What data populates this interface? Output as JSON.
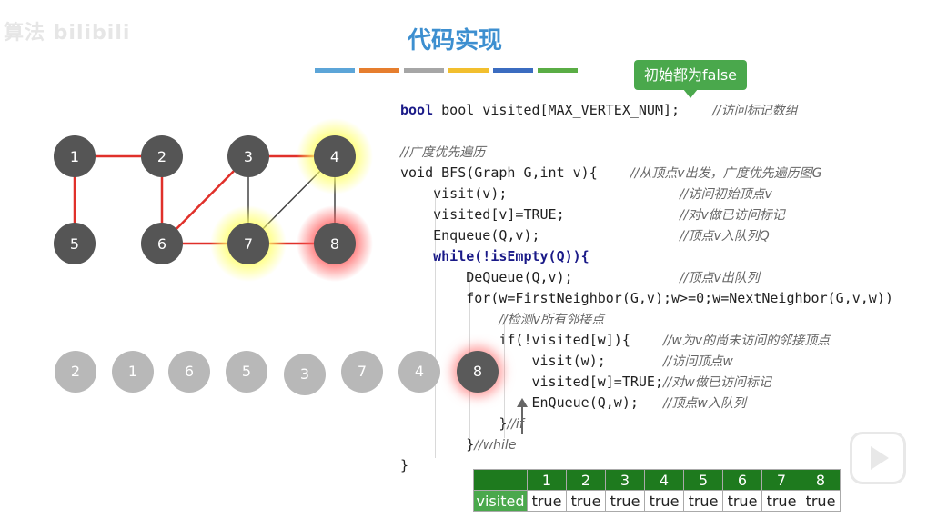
{
  "watermark": "算法 bilibili",
  "title": "代码实现",
  "header_bar_colors": [
    "#5ca5d8",
    "#e67e2e",
    "#a6a6a6",
    "#f2bf2e",
    "#3b6cc0",
    "#5aad45"
  ],
  "callout": "初始都为false",
  "graph": {
    "nodes": [
      {
        "label": "1",
        "state": "normal"
      },
      {
        "label": "2",
        "state": "normal"
      },
      {
        "label": "3",
        "state": "normal"
      },
      {
        "label": "4",
        "state": "yellow"
      },
      {
        "label": "5",
        "state": "normal"
      },
      {
        "label": "6",
        "state": "normal"
      },
      {
        "label": "7",
        "state": "yellow"
      },
      {
        "label": "8",
        "state": "red"
      }
    ],
    "edges": [
      {
        "from": 1,
        "to": 2,
        "visited": true
      },
      {
        "from": 1,
        "to": 5,
        "visited": true
      },
      {
        "from": 2,
        "to": 6,
        "visited": true
      },
      {
        "from": 6,
        "to": 3,
        "visited": true
      },
      {
        "from": 6,
        "to": 7,
        "visited": true
      },
      {
        "from": 3,
        "to": 4,
        "visited": true
      },
      {
        "from": 3,
        "to": 7,
        "visited": false
      },
      {
        "from": 4,
        "to": 7,
        "visited": false
      },
      {
        "from": 4,
        "to": 8,
        "visited": false
      },
      {
        "from": 7,
        "to": 8,
        "visited": true
      }
    ]
  },
  "queue": [
    "2",
    "1",
    "6",
    "5",
    "3",
    "7",
    "4",
    "8"
  ],
  "queue_current_index": 7,
  "code": {
    "l1": "bool visited[MAX_VERTEX_NUM];",
    "l1c": "//访问标记数组",
    "l2c": "//广度优先遍历",
    "l3": "void BFS(Graph G,int v){",
    "l3c": "//从顶点v出发，广度优先遍历图G",
    "l4": "visit(v);",
    "l4c": "//访问初始顶点v",
    "l5": "visited[v]=TRUE;",
    "l5c": "//对v做已访问标记",
    "l6": "Enqueue(Q,v);",
    "l6c": "//顶点v入队列Q",
    "l7": "while(!isEmpty(Q)){",
    "l8": "DeQueue(Q,v);",
    "l8c": "//顶点v出队列",
    "l9": "for(w=FirstNeighbor(G,v);w>=0;w=NextNeighbor(G,v,w))",
    "l10c": "//检测v所有邻接点",
    "l11": "if(!visited[w]){",
    "l11c": "//w为v的尚未访问的邻接顶点",
    "l12": "visit(w);",
    "l12c": "//访问顶点w",
    "l13": "visited[w]=TRUE;",
    "l13c": "//对w做已访问标记",
    "l14": "EnQueue(Q,w);",
    "l14c": "//顶点w入队列",
    "l15": "}",
    "l15c": "//if",
    "l16": "}",
    "l16c": "//while",
    "l17": "}"
  },
  "visited_table": {
    "label": "visited",
    "indices": [
      "1",
      "2",
      "3",
      "4",
      "5",
      "6",
      "7",
      "8"
    ],
    "values": [
      "true",
      "true",
      "true",
      "true",
      "true",
      "true",
      "true",
      "true"
    ]
  }
}
